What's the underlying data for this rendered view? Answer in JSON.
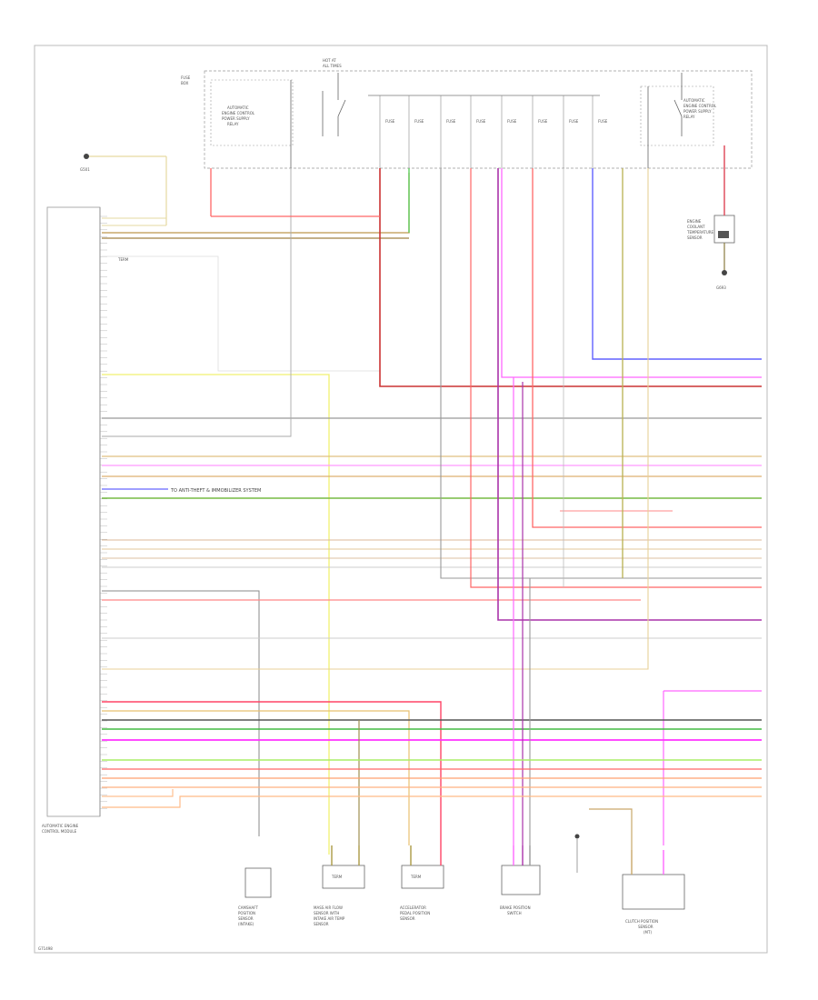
{
  "diagram": {
    "comp_module": [
      "AUTOMATIC ENGINE",
      "CONTROL MODULE"
    ],
    "comp_fuse_box": [
      "FUSE",
      "BOX"
    ],
    "comp_hot_at_all": [
      "HOT AT",
      "ALL TIMES"
    ],
    "comp_power_relay_a": [
      "AUTOMATIC",
      "ENGINE CONTROL",
      "POWER SUPPLY",
      "RELAY"
    ],
    "comp_power_relay_b": [
      "AUTOMATIC",
      "ENGINE CONTROL",
      "POWER SUPPLY",
      "RELAY"
    ],
    "comp_ground_top": "G501",
    "comp_ground_right": "G693",
    "comp_sensor_right": [
      "ENGINE",
      "COOLANT",
      "TEMPERATURE",
      "SENSOR"
    ],
    "comp_sensor_1": [
      "CAMSHAFT",
      "POSITION",
      "SENSOR",
      "(INTAKE)"
    ],
    "comp_sensor_2": [
      "MASS AIR FLOW",
      "SENSOR WITH",
      "INTAKE AIR TEMP",
      "SENSOR"
    ],
    "comp_sensor_3": [
      "ACCELERATOR",
      "PEDAL POSITION",
      "SENSOR"
    ],
    "comp_sensor_4": [
      "BRAKE POSITION",
      "SWITCH"
    ],
    "comp_sensor_5": [
      "CLUTCH POSITION",
      "SENSOR",
      "(MT)"
    ],
    "note_1": "TO ANTI-THEFT & IMMOBILIZER SYSTEM",
    "pin_label_1": "TERM",
    "box_label_1": "TERM",
    "box_label_2": "TERM",
    "fuse_label_prefix": "FUSE",
    "footer_code": "G71498"
  }
}
